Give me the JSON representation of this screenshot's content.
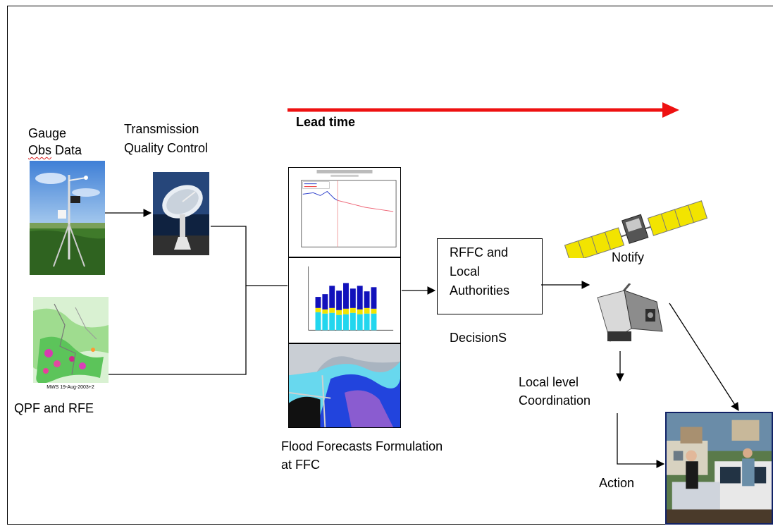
{
  "lead_time": {
    "label": "Lead time",
    "arrow_color": "#ee1111"
  },
  "gauge": {
    "line1": "Gauge",
    "line2_marked": "Obs",
    "line2_rest": " Data",
    "image_icon": "weather-station-photo"
  },
  "transmission": {
    "line1": "Transmission",
    "line2": "Quality Control",
    "image_icon": "satellite-dish-photo"
  },
  "qpf": {
    "label": "QPF and RFE",
    "image_icon": "rainfall-map",
    "map_caption": "MWS 19-Aug-2003+2"
  },
  "forecast": {
    "line1": "Flood Forecasts Formulation",
    "line2": "at FFC",
    "images": [
      "hydrograph-plot",
      "stacked-bar-plot",
      "inundation-map"
    ]
  },
  "rffc": {
    "line1": "RFFC and",
    "line2": "Local",
    "line3": "Authorities"
  },
  "decisions": {
    "label": "DecisionS"
  },
  "notify": {
    "label": "Notify",
    "image_icon": "satellite-icon"
  },
  "phone": {
    "image_icon": "satellite-phone-icon"
  },
  "coordination": {
    "line1": "Local level",
    "line2": "Coordination"
  },
  "action": {
    "label": "Action",
    "image_icon": "evacuation-photo"
  },
  "colors": {
    "panel_yellow": "#f2e400",
    "map_blue": "#2244dd",
    "bar_cyan": "#22d6ee",
    "bar_blue": "#1111bb"
  }
}
